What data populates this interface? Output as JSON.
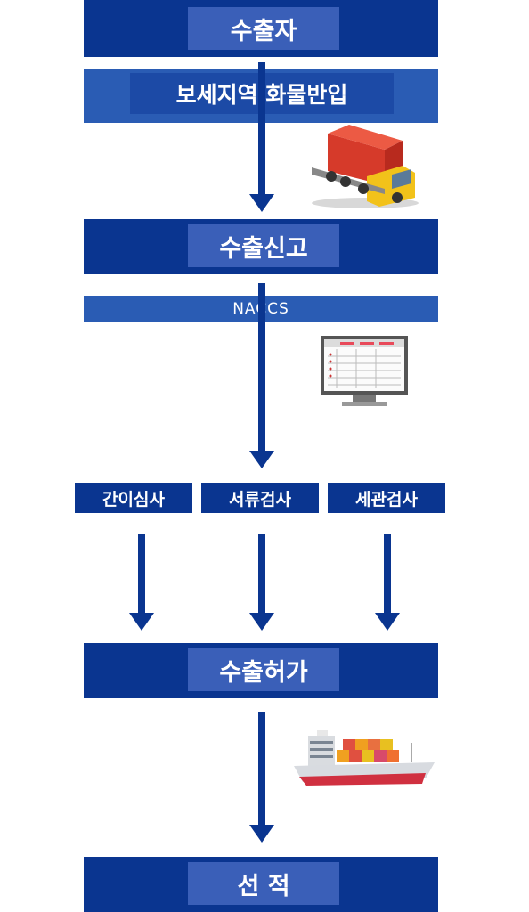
{
  "steps": {
    "exporter": "수출자",
    "bonded_area_cargo_in": "보세지역 화물반입",
    "export_declaration": "수출신고",
    "naccs": "NACCS",
    "export_permit": "수출허가",
    "loading": "선 적"
  },
  "inspections": {
    "simple_review": "간이심사",
    "document_review": "서류검사",
    "customs_inspection": "세관검사"
  },
  "icons": {
    "truck": "truck-icon",
    "monitor": "monitor-icon",
    "ship": "ship-icon"
  },
  "colors": {
    "dark_blue": "#0a3590",
    "mid_blue": "#2a5cb4",
    "inner_blue": "#3a5fb8"
  }
}
